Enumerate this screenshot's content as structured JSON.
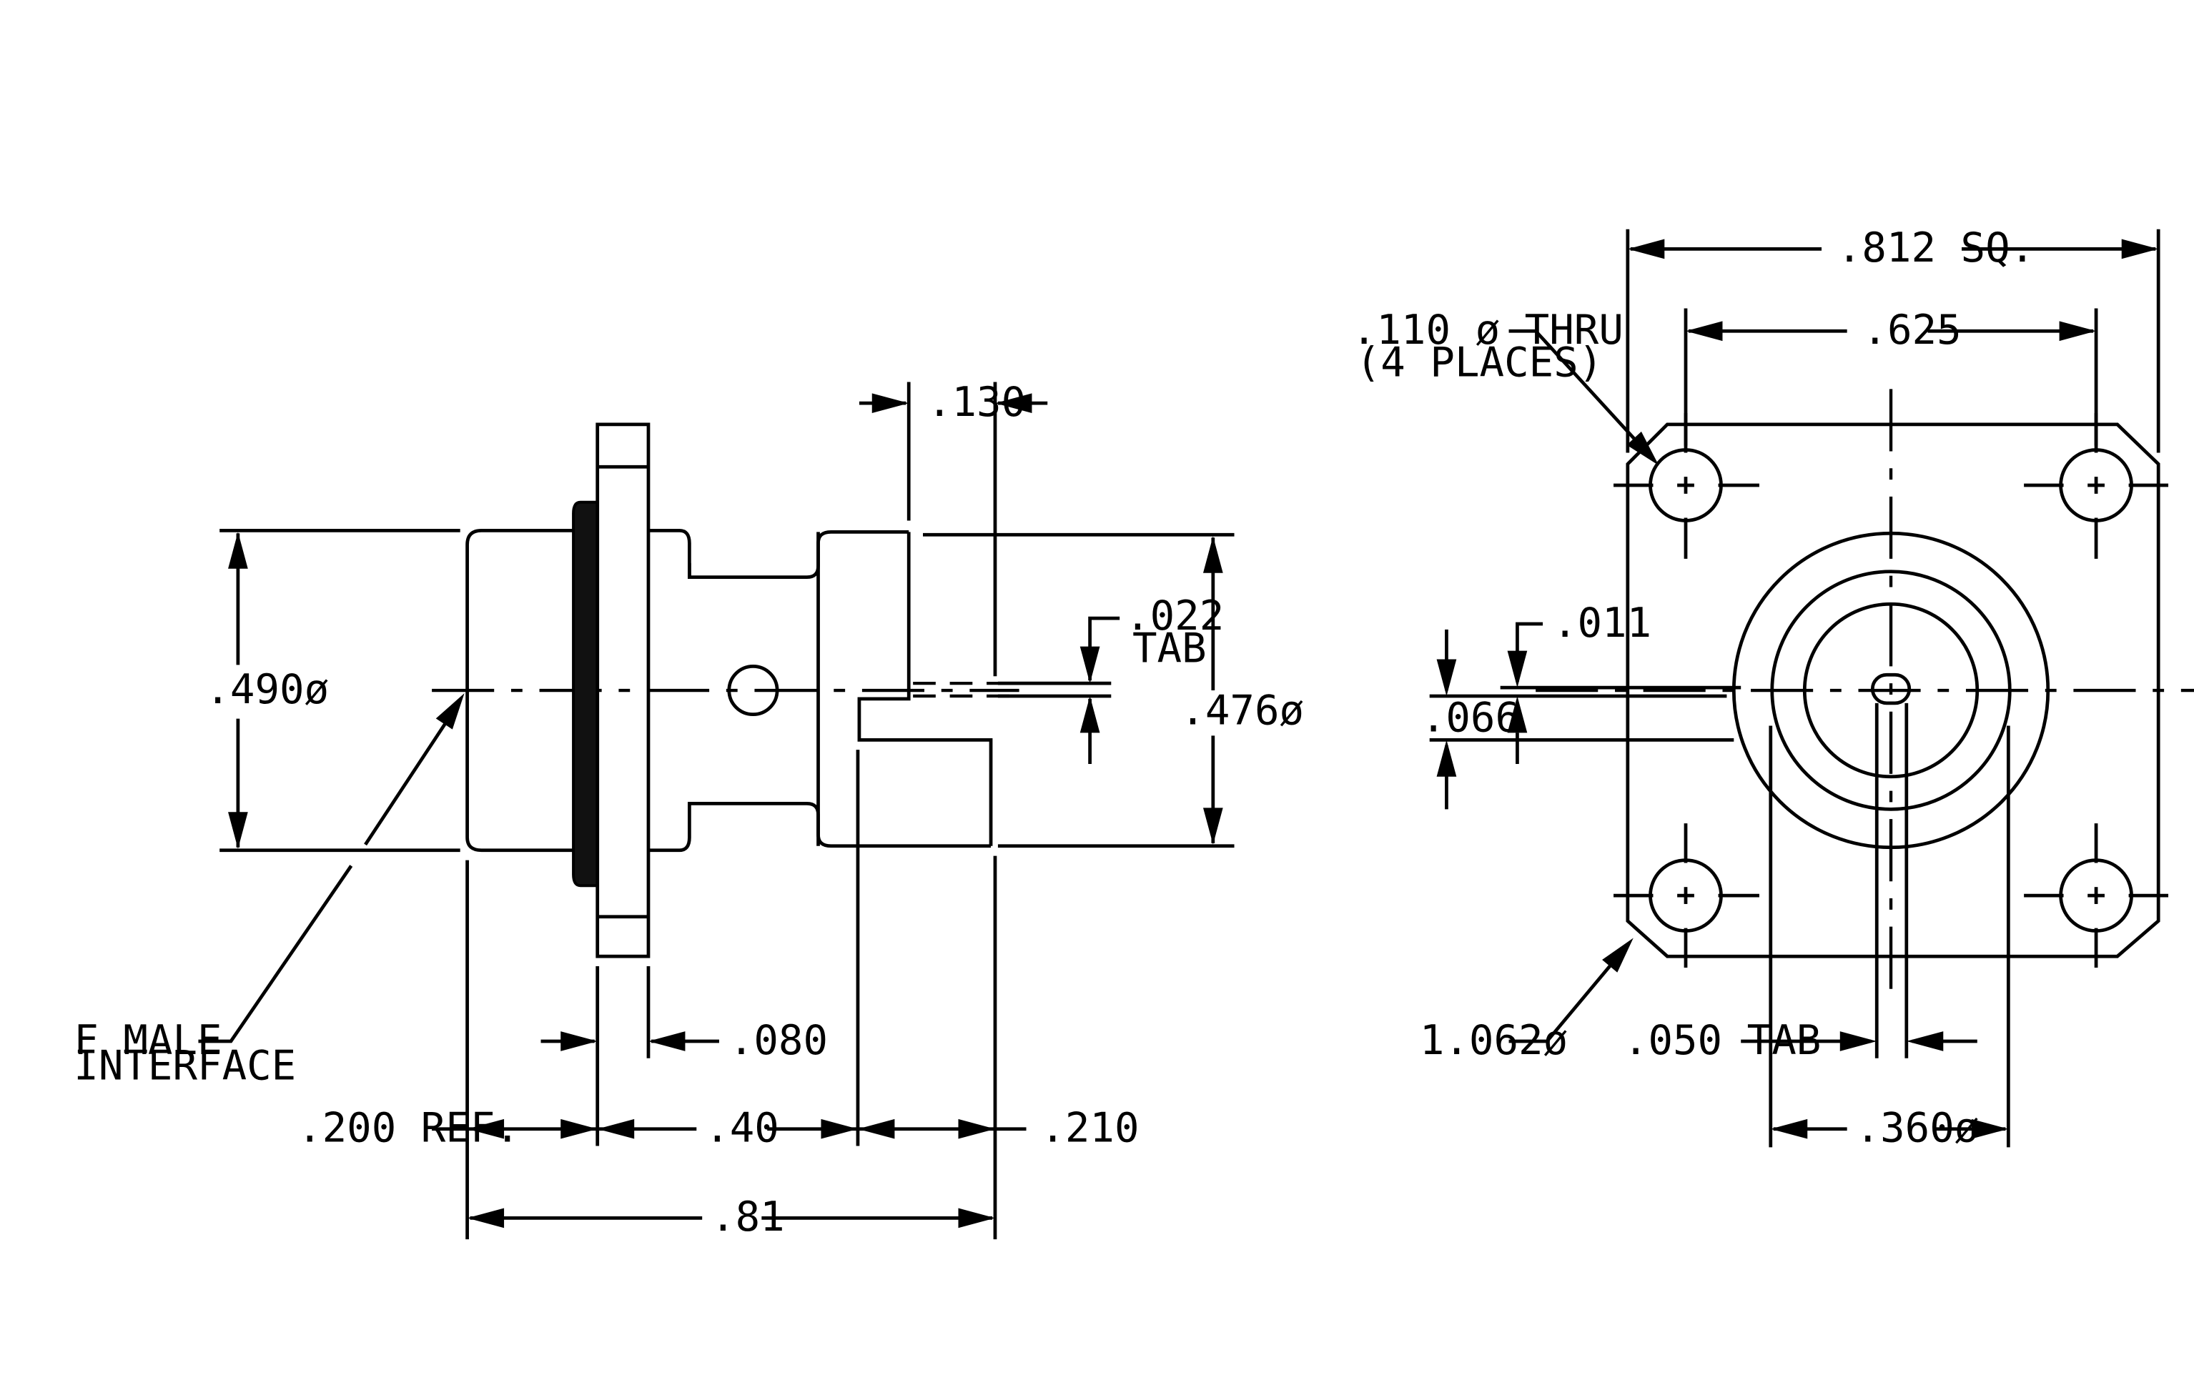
{
  "side_view": {
    "dim_490": ".490ø",
    "dim_476": ".476ø",
    "dim_130": ".130",
    "dim_022": ".022",
    "dim_022_tab": "TAB",
    "dim_080": ".080",
    "dim_200": ".200 REF.",
    "dim_40": ".40",
    "dim_210": ".210",
    "dim_81": ".81",
    "note_line1": "F MALE",
    "note_line2": "INTERFACE"
  },
  "front_view": {
    "dim_812": ".812 SQ.",
    "dim_625": ".625",
    "hole_line1": ".110 ø THRU",
    "hole_line2": "(4 PLACES)",
    "dim_011": ".011",
    "dim_066": ".066",
    "dim_1062": "1.062ø",
    "dim_050": ".050 TAB",
    "dim_360": ".360ø"
  }
}
